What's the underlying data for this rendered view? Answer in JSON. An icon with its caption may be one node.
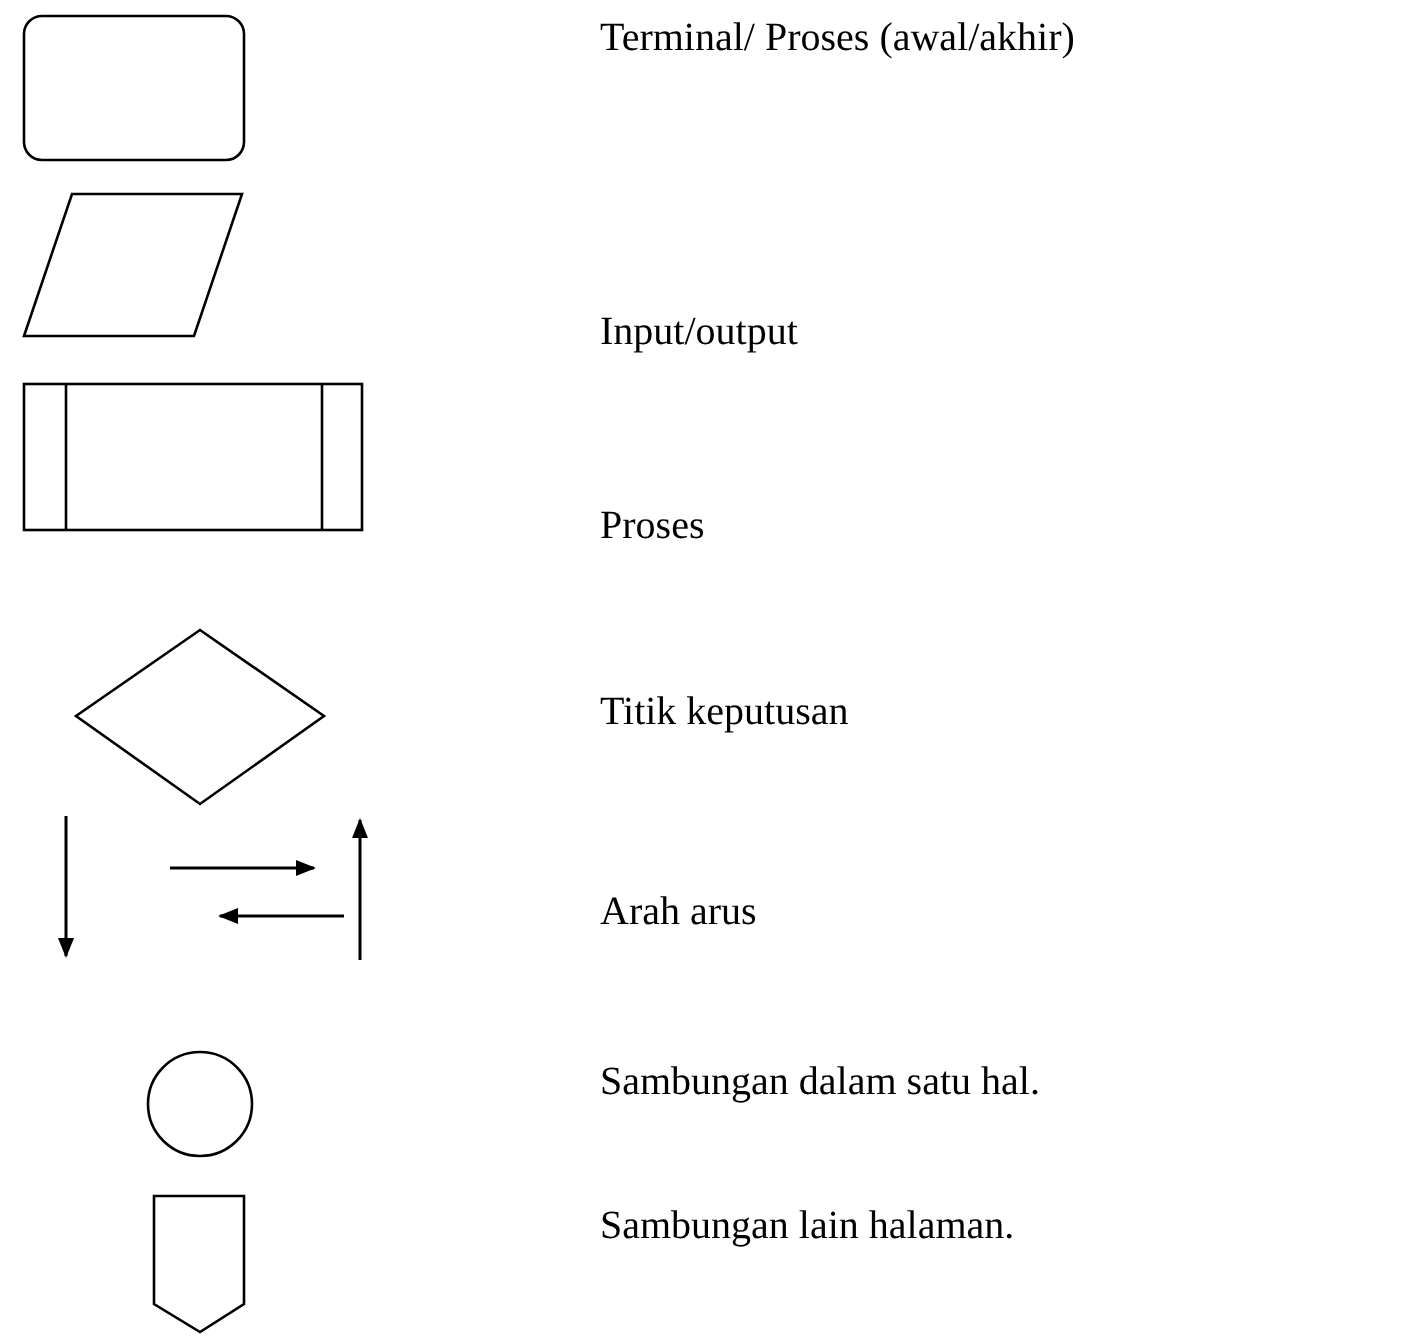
{
  "diagram": {
    "legend": [
      {
        "text": "Terminal/ Proses (awal/akhir)"
      },
      {
        "text": "Input/output"
      },
      {
        "text": "Proses"
      },
      {
        "text": "Titik keputusan"
      },
      {
        "text": "Arah arus"
      },
      {
        "text": "Sambungan dalam satu hal."
      },
      {
        "text": "Sambungan lain halaman."
      }
    ]
  }
}
